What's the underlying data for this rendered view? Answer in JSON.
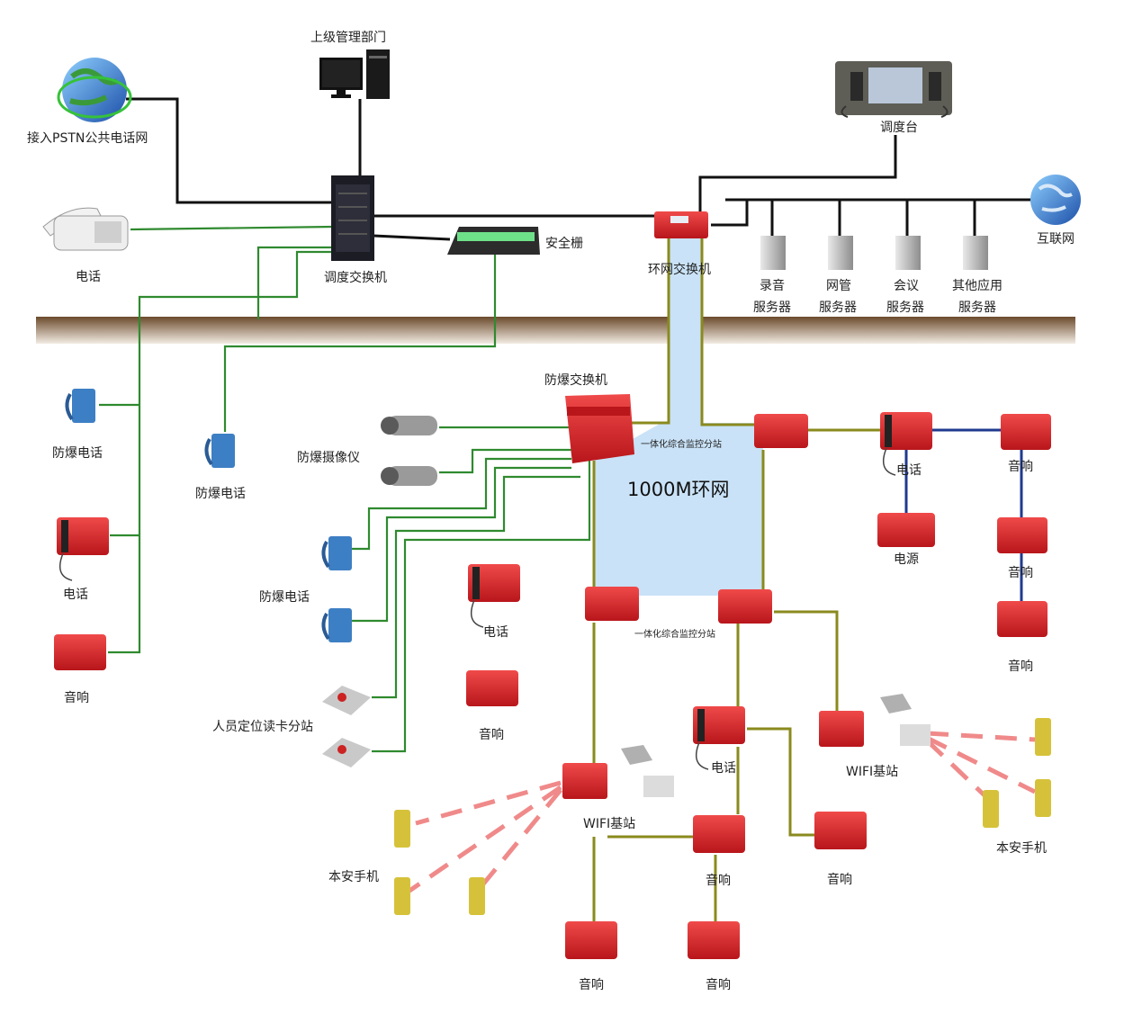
{
  "labels": {
    "pstn": "接入PSTN公共电话网",
    "upper_mgmt": "上级管理部门",
    "dispatch_desk": "调度台",
    "internet": "互联网",
    "telephone_top": "电话",
    "dispatch_switch": "调度交换机",
    "safety_barrier": "安全栅",
    "ring_switch": "环网交换机",
    "srv_record_1": "录音",
    "srv_record_2": "服务器",
    "srv_nms_1": "网管",
    "srv_nms_2": "服务器",
    "srv_meeting_1": "会议",
    "srv_meeting_2": "服务器",
    "srv_other_1": "其他应用",
    "srv_other_2": "服务器",
    "ex_phone_left": "防爆电话",
    "ex_phone_mid": "防爆电话",
    "phone_left": "电话",
    "speaker_left": "音响",
    "ex_switch": "防爆交换机",
    "ex_camera": "防爆摄像仪",
    "ex_phone_group": "防爆电话",
    "rfid_station": "人员定位读卡分站",
    "monitor_station_top": "一体化综合监控分站",
    "monitor_station_bottom": "一体化综合监控分站",
    "ring_net": "1000M环网",
    "phone_mid": "电话",
    "speaker_mid": "音响",
    "phone_right": "电话",
    "power_supply": "电源",
    "speaker_r1": "音响",
    "speaker_r2": "音响",
    "speaker_r3": "音响",
    "wifi_left": "WIFI基站",
    "wifi_right": "WIFI基站",
    "phone_center": "电话",
    "speaker_c1": "音响",
    "speaker_c2": "音响",
    "speaker_c3": "音响",
    "speaker_c4": "音响",
    "handset_left": "本安手机",
    "handset_right": "本安手机"
  },
  "colors": {
    "black_line": "#111111",
    "green_line": "#2f8a2f",
    "olive_line": "#8a8a1e",
    "blue_line": "#1f3a8f",
    "ring_fill": "#c9e2f7",
    "device_red": "#d8272c",
    "wifi_beam": "#f08a8a",
    "ground": "#8b6a4a"
  }
}
